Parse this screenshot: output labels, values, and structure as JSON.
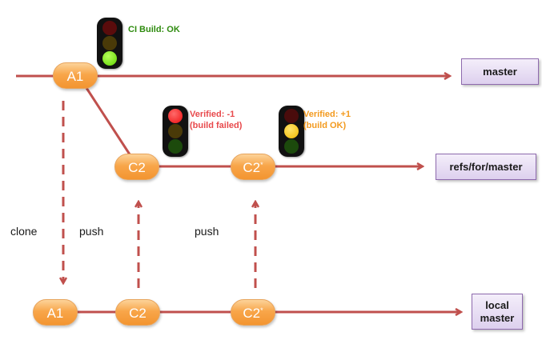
{
  "colors": {
    "line": "#c0504d",
    "commit_fill": "#f8a64a",
    "ref_fill": "#ddd0ee",
    "ci_ok_text": "#2e8b0e",
    "verified_fail_text": "#e8494c",
    "verified_ok_text": "#f39a1e"
  },
  "branches": {
    "master": {
      "label": "master",
      "commits": [
        {
          "id": "A1",
          "label": "A1",
          "sup": ""
        }
      ]
    },
    "refs_for_master": {
      "label": "refs/for/master",
      "commits": [
        {
          "id": "C2",
          "label": "C2",
          "sup": ""
        },
        {
          "id": "C2star",
          "label": "C2",
          "sup": "*"
        }
      ]
    },
    "local_master": {
      "label_line1": "local",
      "label_line2": "master",
      "commits": [
        {
          "id": "A1",
          "label": "A1",
          "sup": ""
        },
        {
          "id": "C2",
          "label": "C2",
          "sup": ""
        },
        {
          "id": "C2star",
          "label": "C2",
          "sup": "*"
        }
      ]
    }
  },
  "operations": {
    "clone": "clone",
    "push1": "push",
    "push2": "push"
  },
  "statuses": {
    "ci": {
      "text": "CI Build: OK",
      "light": "green"
    },
    "verified_fail": {
      "line1": "Verified: -1",
      "line2": "(build failed)",
      "light": "red"
    },
    "verified_ok": {
      "line1": "Verified: +1",
      "line2": "(build OK)",
      "light": "yellow"
    }
  }
}
